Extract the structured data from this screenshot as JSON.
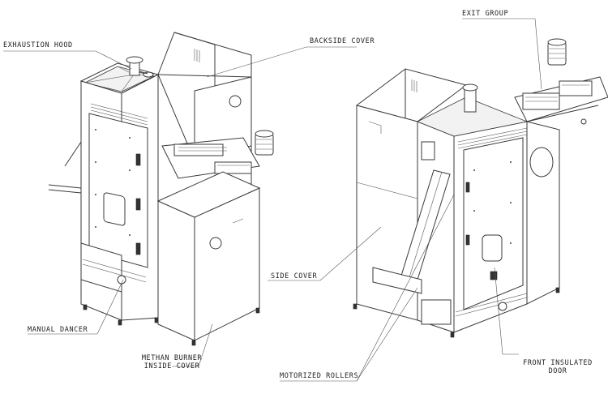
{
  "labels": {
    "exhaustion_hood": "EXHAUSTION HOOD",
    "backside_cover": "BACKSIDE COVER",
    "manual_dancer": "MANUAL DANCER",
    "methan_burner_line1": "METHAN BURNER",
    "methan_burner_line2": "INSIDE COVER",
    "exit_group": "EXIT GROUP",
    "side_cover": "SIDE COVER",
    "motorized_rollers": "MOTORIZED ROLLERS",
    "front_insulated_line1": "FRONT INSULATED",
    "front_insulated_line2": "DOOR"
  }
}
